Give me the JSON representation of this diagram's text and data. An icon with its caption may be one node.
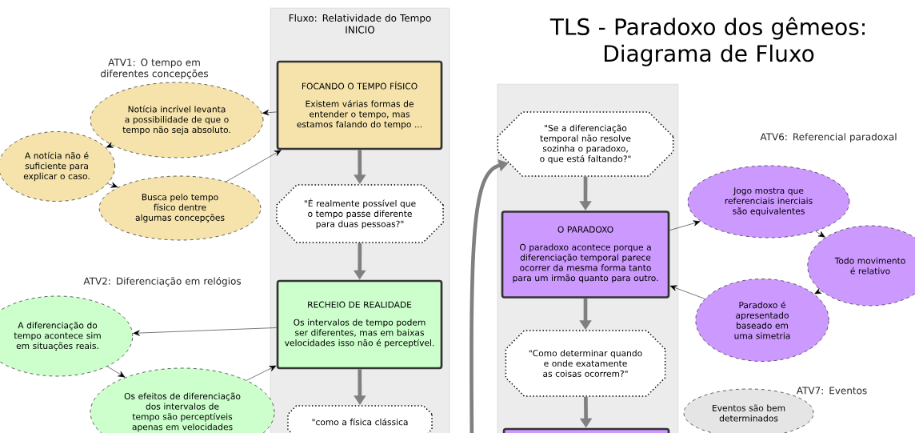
{
  "diagram": {
    "title": "TLS - Paradoxo dos gêmeos: Diagrama de Fluxo",
    "nodes": [
      {
        "text": [
          "Fluxo: Relatividade do Tempo",
          "INICIO"
        ]
      },
      {
        "text": [
          "FOCANDO O TEMPO FÍSICO",
          "Existem várias formas de entender o tempo, mas estamos falando do tempo ..."
        ],
        "in": 0
      },
      {
        "text": [
          "\"É realmente possível que o tempo passe diferente para duas pessoas?\""
        ],
        "in": 0
      },
      {
        "text": [
          "RECHEIO DE REALIDADE",
          "Os intervalos de tempo podem ser diferentes, mas em baixas velocidades isso não é perceptível."
        ],
        "in": 0
      },
      {
        "text": [
          "\"como a física clássica"
        ],
        "in": 0
      },
      {
        "text": [
          "Notícia incrível levanta a possibilidade de que o tempo não seja absoluto."
        ]
      },
      {
        "text": [
          "A notícia não é suficiente para explicar o caso."
        ]
      },
      {
        "text": [
          "Busca pelo tempo físico dentre algumas concepções"
        ]
      },
      {
        "text": [
          "A diferenciação do tempo acontece sim em situações reais."
        ]
      },
      {
        "text": [
          "Os efeitos de diferenciação dos intervalos de tempo são perceptíveis apenas em velocidades"
        ]
      },
      {
        "text": [],
        "shape": "box"
      },
      {
        "text": [
          "\"Se a diferenciação temporal não resolve sozinha o paradoxo, o que está faltando?\""
        ],
        "in": 10
      },
      {
        "text": [
          "O PARADOXO",
          "O paradoxo acontece porque a diferenciação temporal parece ocorrer da mesma forma tanto para um irmão quanto para outro."
        ],
        "in": 10
      },
      {
        "text": [
          "\"Como determinar quando e onde exatamente as coisas ocorrem?\""
        ],
        "in": 10
      },
      {
        "text": [],
        "shape": "box",
        "in": 10
      },
      {
        "text": [
          "Jogo mostra que referenciais inerciais são equivalentes"
        ]
      },
      {
        "text": [
          "Todo movimento é relativo"
        ]
      },
      {
        "text": [
          "Paradoxo é apresentado baseado em uma simetria"
        ]
      },
      {
        "text": [
          "Eventos são bem determinados"
        ]
      }
    ],
    "edges": [
      {
        "from": 1,
        "to": 5,
        "arrow": "to"
      },
      {
        "from": 5,
        "to": 6,
        "arrow": "to"
      },
      {
        "from": 6,
        "to": 7,
        "arrow": "to"
      },
      {
        "from": 7,
        "to": 1,
        "arrow": "to"
      },
      {
        "from": 1,
        "to": 2,
        "arrow": "to",
        "style": "thick",
        "color": "#808080"
      },
      {
        "from": 2,
        "to": 3,
        "arrow": "to",
        "style": "thick",
        "color": "#808080"
      },
      {
        "from": 3,
        "to": 4,
        "arrow": "to",
        "style": "thick",
        "color": "#808080"
      },
      {
        "from": 3,
        "to": 8,
        "arrow": "to"
      },
      {
        "from": 8,
        "to": 9,
        "arrow": "to"
      },
      {
        "from": 9,
        "to": 3,
        "arrow": "to"
      },
      {
        "from": null,
        "to": 11,
        "arrow": "to",
        "style": "thick",
        "color": "#808080"
      },
      {
        "from": 11,
        "to": 12,
        "arrow": "to",
        "style": "thick",
        "color": "#808080"
      },
      {
        "from": 12,
        "to": 13,
        "arrow": "to",
        "style": "thick",
        "color": "#808080"
      },
      {
        "from": 13,
        "to": 14,
        "arrow": "to",
        "style": "thick",
        "color": "#808080"
      },
      {
        "from": 12,
        "to": 15,
        "arrow": "to"
      },
      {
        "from": 15,
        "to": 16,
        "arrow": "to"
      },
      {
        "from": 16,
        "to": 17,
        "arrow": "to"
      },
      {
        "from": 17,
        "to": 12,
        "arrow": "to"
      }
    ],
    "labels": [
      "ATV1: O tempo em diferentes concepções",
      "ATV2: Diferenciação em relógios",
      "ATV6: Referencial paradoxal",
      "ATV7: Eventos"
    ]
  }
}
